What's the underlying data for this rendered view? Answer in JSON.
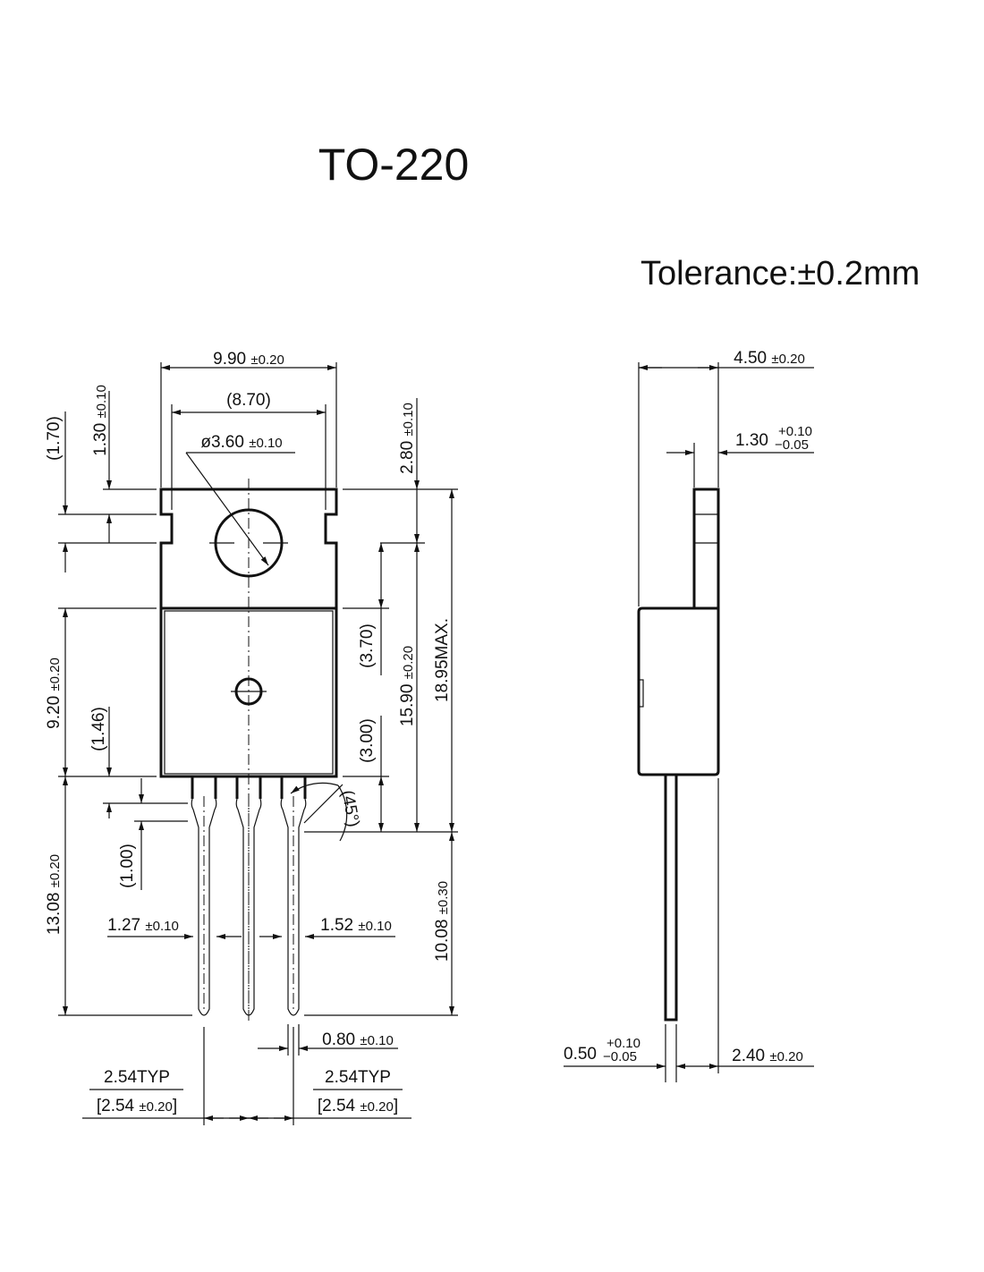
{
  "title": "TO-220",
  "tolerance": "Tolerance:±0.2mm",
  "front_view": {
    "width": {
      "value": "9.90",
      "tol": "±0.20"
    },
    "inner_width": {
      "value": "(8.70)"
    },
    "hole": {
      "value": "ø3.60",
      "tol": "±0.10"
    },
    "notch_ref": {
      "value": "(1.70)"
    },
    "notch": {
      "value": "1.30",
      "tol": "±0.10"
    },
    "hole_offset": {
      "value": "2.80",
      "tol": "±0.10"
    },
    "total_height": {
      "value": "18.95MAX."
    },
    "body_to_bend": {
      "value": "15.90",
      "tol": "±0.20"
    },
    "hole_to_body": {
      "value": "(3.70)"
    },
    "body_to_lead_bend": {
      "value": "(3.00)"
    },
    "body_height": {
      "value": "9.20",
      "tol": "±0.20"
    },
    "lead_shoulder": {
      "value": "(1.46)"
    },
    "lead_step": {
      "value": "(1.00)"
    },
    "lead_length": {
      "value": "13.08",
      "tol": "±0.20"
    },
    "lead_straight": {
      "value": "10.08",
      "tol": "±0.30"
    },
    "angle": {
      "value": "(45°)"
    },
    "lead_width_a": {
      "value": "1.27",
      "tol": "±0.10"
    },
    "lead_width_b": {
      "value": "1.52",
      "tol": "±0.10"
    },
    "lead_tip": {
      "value": "0.80",
      "tol": "±0.10"
    },
    "pitch_left": {
      "typ": "2.54TYP",
      "value": "[2.54",
      "tol": "±0.20",
      "close": "]"
    },
    "pitch_right": {
      "typ": "2.54TYP",
      "value": "[2.54",
      "tol": "±0.20",
      "close": "]"
    }
  },
  "side_view": {
    "thickness": {
      "value": "4.50",
      "tol": "±0.20"
    },
    "tab_thickness": {
      "value": "1.30",
      "tol_plus": "+0.10",
      "tol_minus": "−0.05"
    },
    "lead_thickness": {
      "value": "0.50",
      "tol_plus": "+0.10",
      "tol_minus": "−0.05"
    },
    "lead_offset": {
      "value": "2.40",
      "tol": "±0.20"
    }
  }
}
